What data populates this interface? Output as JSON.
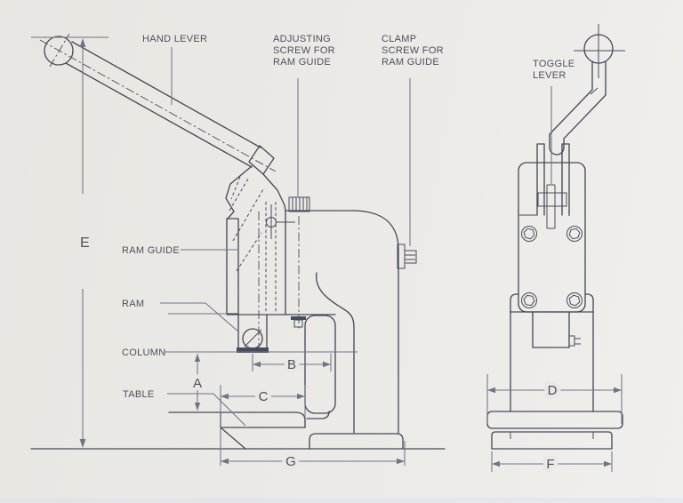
{
  "labels": {
    "hand_lever": "HAND LEVER",
    "adjusting_screw": [
      "ADJUSTING",
      "SCREW FOR",
      "RAM GUIDE"
    ],
    "clamp_screw": [
      "CLAMP",
      "SCREW FOR",
      "RAM GUIDE"
    ],
    "toggle_lever": [
      "TOGGLE",
      "LEVER"
    ],
    "ram_guide": "RAM GUIDE",
    "ram": "RAM",
    "column": "COLUMN",
    "table": "TABLE"
  },
  "dimension_letters": {
    "overall_height": "E",
    "column_to_table": "A",
    "throat_depth": "B",
    "table_depth": "C",
    "base_length": "G",
    "body_width": "D",
    "foot_width": "F"
  },
  "colors": {
    "paper": "#ebe9e5",
    "line": "#464a5a",
    "dim": "#6f7386",
    "ink": "#4b4f5e"
  }
}
